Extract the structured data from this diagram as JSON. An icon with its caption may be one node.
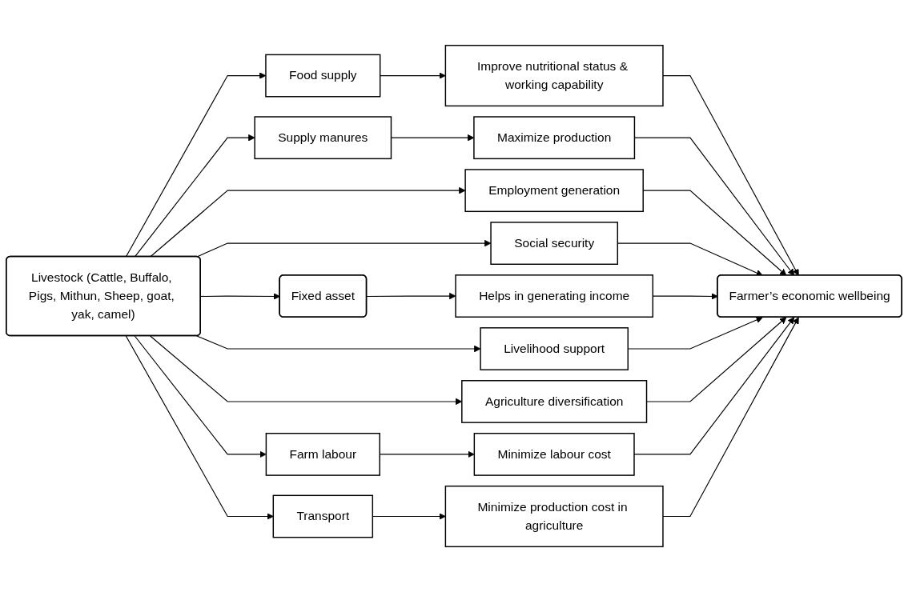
{
  "diagram": {
    "nodes": [
      {
        "text": [
          "Livestock (Cattle, Buffalo, Pigs, Mithun, Sheep, goat, yak, camel)"
        ]
      },
      {
        "text": [
          "Food supply"
        ]
      },
      {
        "text": [
          "Improve nutritional status & working capability"
        ]
      },
      {
        "text": [
          "Supply manures"
        ]
      },
      {
        "text": [
          "Maximize production"
        ]
      },
      {
        "text": [
          "Employment generation"
        ]
      },
      {
        "text": [
          "Social security"
        ]
      },
      {
        "text": [
          "Fixed asset"
        ]
      },
      {
        "text": [
          "Helps in generating income"
        ]
      },
      {
        "text": [
          "Livelihood support"
        ]
      },
      {
        "text": [
          "Agriculture diversification"
        ]
      },
      {
        "text": [
          "Farm labour"
        ]
      },
      {
        "text": [
          "Minimize labour cost"
        ]
      },
      {
        "text": [
          "Transport"
        ]
      },
      {
        "text": [
          "Minimize production cost in agriculture"
        ]
      },
      {
        "text": [
          "Farmer’s economic wellbeing"
        ]
      }
    ],
    "edges": [
      {
        "from": 0,
        "to": 1,
        "arrow": "to"
      },
      {
        "from": 1,
        "to": 2,
        "arrow": "to"
      },
      {
        "from": 2,
        "to": 15,
        "arrow": "to"
      },
      {
        "from": 0,
        "to": 3,
        "arrow": "to"
      },
      {
        "from": 3,
        "to": 4,
        "arrow": "to"
      },
      {
        "from": 4,
        "to": 15,
        "arrow": "to"
      },
      {
        "from": 0,
        "to": 5,
        "arrow": "to"
      },
      {
        "from": 5,
        "to": 15,
        "arrow": "to"
      },
      {
        "from": 0,
        "to": 6,
        "arrow": "to"
      },
      {
        "from": 6,
        "to": 15,
        "arrow": "to"
      },
      {
        "from": 0,
        "to": 7,
        "arrow": "to"
      },
      {
        "from": 7,
        "to": 8,
        "arrow": "to"
      },
      {
        "from": 8,
        "to": 15,
        "arrow": "to"
      },
      {
        "from": 0,
        "to": 9,
        "arrow": "to"
      },
      {
        "from": 9,
        "to": 15,
        "arrow": "to"
      },
      {
        "from": 0,
        "to": 10,
        "arrow": "to"
      },
      {
        "from": 10,
        "to": 15,
        "arrow": "to"
      },
      {
        "from": 0,
        "to": 11,
        "arrow": "to"
      },
      {
        "from": 11,
        "to": 12,
        "arrow": "to"
      },
      {
        "from": 12,
        "to": 15,
        "arrow": "to"
      },
      {
        "from": 0,
        "to": 13,
        "arrow": "to"
      },
      {
        "from": 13,
        "to": 14,
        "arrow": "to"
      },
      {
        "from": 14,
        "to": 15,
        "arrow": "to"
      }
    ]
  }
}
